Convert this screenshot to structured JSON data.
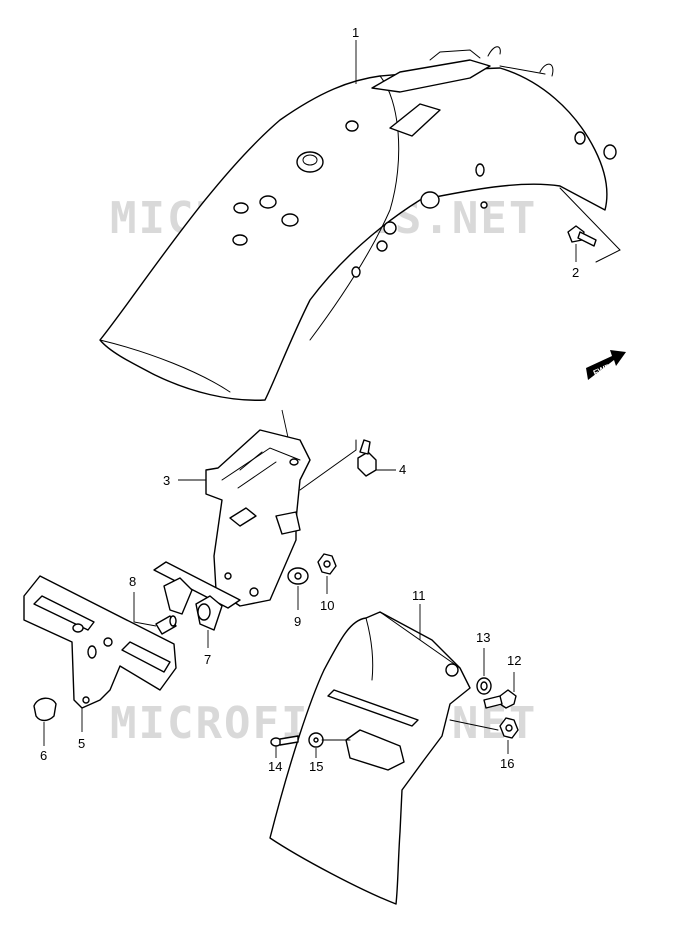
{
  "watermark": {
    "text": "MICROFICHES.NET",
    "color": "#d9d9d9"
  },
  "fwd_badge": {
    "text": "FWD"
  },
  "parts": [
    {
      "ref": "1"
    },
    {
      "ref": "2"
    },
    {
      "ref": "3"
    },
    {
      "ref": "4"
    },
    {
      "ref": "5"
    },
    {
      "ref": "6"
    },
    {
      "ref": "7"
    },
    {
      "ref": "8"
    },
    {
      "ref": "9"
    },
    {
      "ref": "10"
    },
    {
      "ref": "11"
    },
    {
      "ref": "12"
    },
    {
      "ref": "13"
    },
    {
      "ref": "14"
    },
    {
      "ref": "15"
    },
    {
      "ref": "16"
    }
  ]
}
